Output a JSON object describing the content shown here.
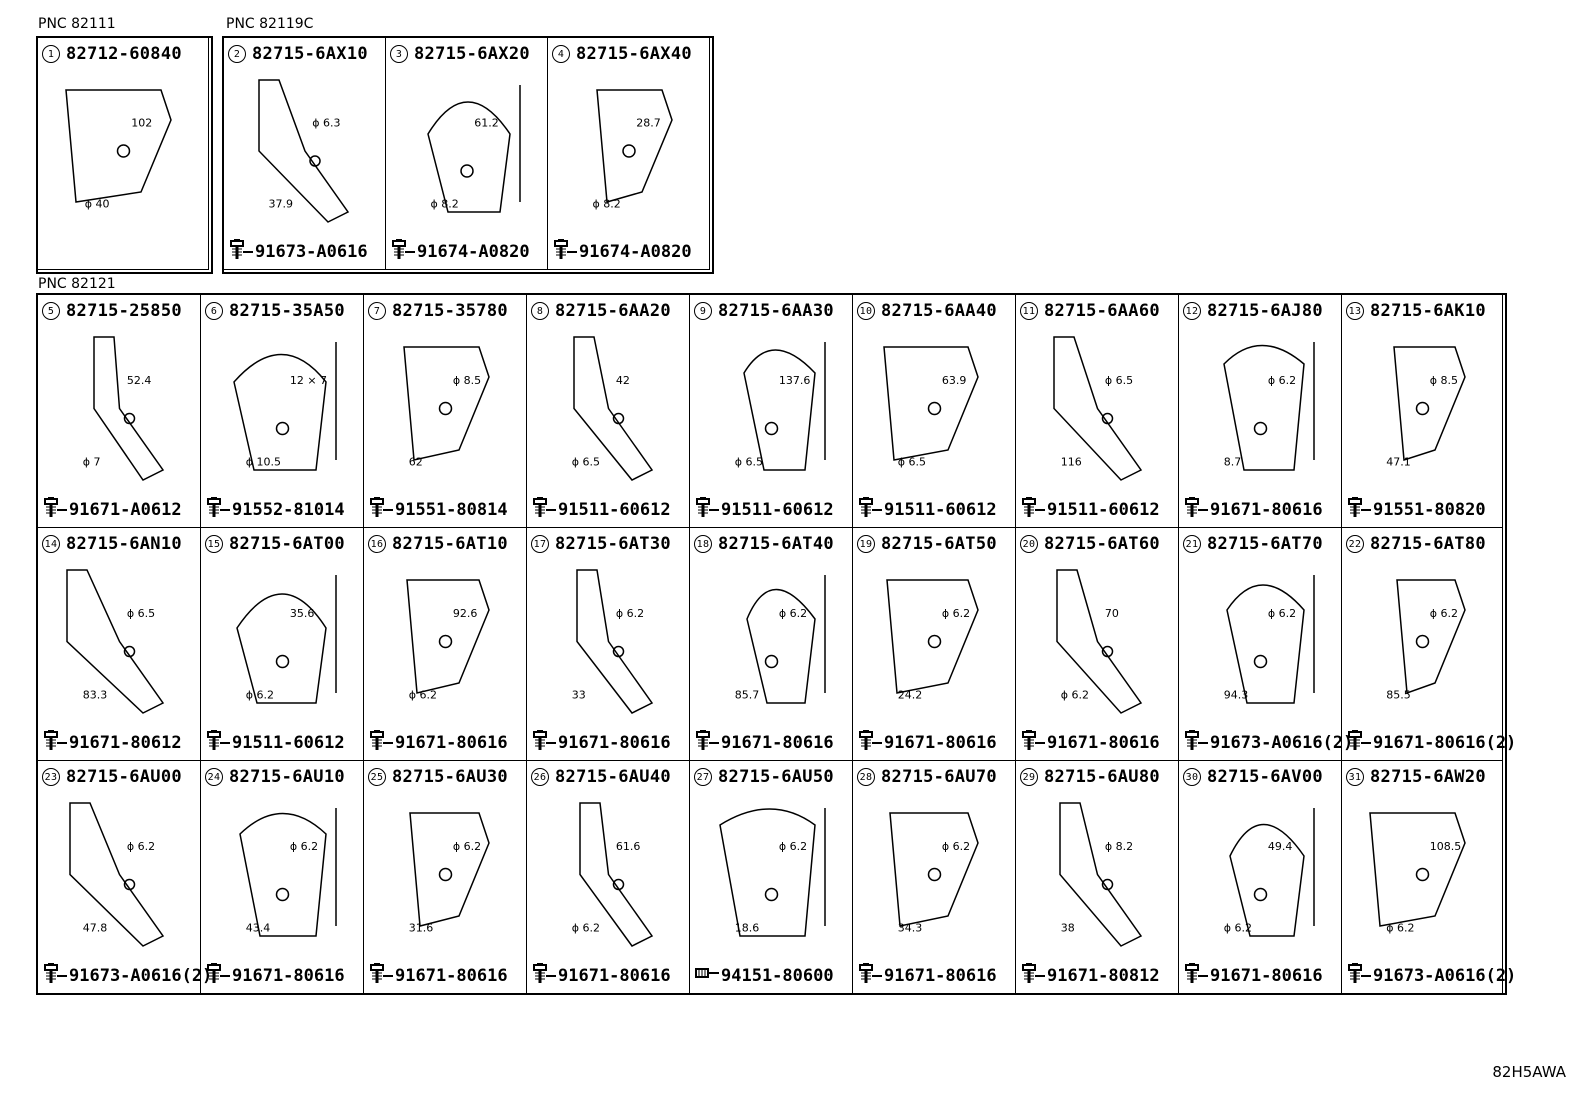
{
  "groups": {
    "g1": "PNC 82111",
    "g2": "PNC 82119C",
    "g3": "PNC 82121"
  },
  "top_cells": [
    {
      "num": "1",
      "part": "82712-60840",
      "bolt": "",
      "dims": [
        "102",
        "ϕ 40"
      ]
    },
    {
      "num": "2",
      "part": "82715-6AX10",
      "bolt": "91673-A0616",
      "dims": [
        "ϕ 6.3",
        "37.9"
      ]
    },
    {
      "num": "3",
      "part": "82715-6AX20",
      "bolt": "91674-A0820",
      "dims": [
        "61.2",
        "ϕ 8.2"
      ]
    },
    {
      "num": "4",
      "part": "82715-6AX40",
      "bolt": "91674-A0820",
      "dims": [
        "28.7",
        "ϕ 8.2"
      ]
    }
  ],
  "rows": [
    [
      {
        "num": "5",
        "part": "82715-25850",
        "bolt": "91671-A0612",
        "dims": [
          "52.4",
          "ϕ 7"
        ]
      },
      {
        "num": "6",
        "part": "82715-35A50",
        "bolt": "91552-81014",
        "dims": [
          "12 × 7",
          "ϕ 10.5"
        ]
      },
      {
        "num": "7",
        "part": "82715-35780",
        "bolt": "91551-80814",
        "dims": [
          "ϕ 8.5",
          "62"
        ]
      },
      {
        "num": "8",
        "part": "82715-6AA20",
        "bolt": "91511-60612",
        "dims": [
          "42",
          "ϕ 6.5"
        ]
      },
      {
        "num": "9",
        "part": "82715-6AA30",
        "bolt": "91511-60612",
        "dims": [
          "137.6",
          "ϕ 6.5"
        ]
      },
      {
        "num": "10",
        "part": "82715-6AA40",
        "bolt": "91511-60612",
        "dims": [
          "63.9",
          "ϕ 6.5"
        ]
      },
      {
        "num": "11",
        "part": "82715-6AA60",
        "bolt": "91511-60612",
        "dims": [
          "ϕ 6.5",
          "116"
        ]
      },
      {
        "num": "12",
        "part": "82715-6AJ80",
        "bolt": "91671-80616",
        "dims": [
          "ϕ 6.2",
          "8.7"
        ]
      },
      {
        "num": "13",
        "part": "82715-6AK10",
        "bolt": "91551-80820",
        "dims": [
          "ϕ 8.5",
          "47.1"
        ]
      }
    ],
    [
      {
        "num": "14",
        "part": "82715-6AN10",
        "bolt": "91671-80612",
        "dims": [
          "ϕ 6.5",
          "83.3"
        ]
      },
      {
        "num": "15",
        "part": "82715-6AT00",
        "bolt": "91511-60612",
        "dims": [
          "35.6",
          "ϕ 6.2"
        ]
      },
      {
        "num": "16",
        "part": "82715-6AT10",
        "bolt": "91671-80616",
        "dims": [
          "92.6",
          "ϕ 6.2"
        ]
      },
      {
        "num": "17",
        "part": "82715-6AT30",
        "bolt": "91671-80616",
        "dims": [
          "ϕ 6.2",
          "33"
        ]
      },
      {
        "num": "18",
        "part": "82715-6AT40",
        "bolt": "91671-80616",
        "dims": [
          "ϕ 6.2",
          "85.7"
        ]
      },
      {
        "num": "19",
        "part": "82715-6AT50",
        "bolt": "91671-80616",
        "dims": [
          "ϕ 6.2",
          "24.2"
        ]
      },
      {
        "num": "20",
        "part": "82715-6AT60",
        "bolt": "91671-80616",
        "dims": [
          "70",
          "ϕ 6.2"
        ]
      },
      {
        "num": "21",
        "part": "82715-6AT70",
        "bolt": "91673-A0616(2)",
        "dims": [
          "ϕ 6.2",
          "94.3"
        ]
      },
      {
        "num": "22",
        "part": "82715-6AT80",
        "bolt": "91671-80616(2)",
        "dims": [
          "ϕ 6.2",
          "85.5"
        ]
      }
    ],
    [
      {
        "num": "23",
        "part": "82715-6AU00",
        "bolt": "91673-A0616(2)",
        "dims": [
          "ϕ 6.2",
          "47.8"
        ]
      },
      {
        "num": "24",
        "part": "82715-6AU10",
        "bolt": "91671-80616",
        "dims": [
          "ϕ 6.2",
          "43.4"
        ]
      },
      {
        "num": "25",
        "part": "82715-6AU30",
        "bolt": "91671-80616",
        "dims": [
          "ϕ 6.2",
          "31.6"
        ]
      },
      {
        "num": "26",
        "part": "82715-6AU40",
        "bolt": "91671-80616",
        "dims": [
          "61.6",
          "ϕ 6.2"
        ]
      },
      {
        "num": "27",
        "part": "82715-6AU50",
        "bolt": "94151-80600",
        "dims": [
          "ϕ 6.2",
          "18.6"
        ]
      },
      {
        "num": "28",
        "part": "82715-6AU70",
        "bolt": "91671-80616",
        "dims": [
          "ϕ 6.2",
          "34.3"
        ]
      },
      {
        "num": "29",
        "part": "82715-6AU80",
        "bolt": "91671-80812",
        "dims": [
          "ϕ 8.2",
          "38"
        ]
      },
      {
        "num": "30",
        "part": "82715-6AV00",
        "bolt": "91671-80616",
        "dims": [
          "49.4",
          "ϕ 6.2"
        ]
      },
      {
        "num": "31",
        "part": "82715-6AW20",
        "bolt": "91673-A0616(2)",
        "dims": [
          "108.5",
          "ϕ 6.2"
        ]
      }
    ]
  ],
  "figure_code": "82H5AWA"
}
